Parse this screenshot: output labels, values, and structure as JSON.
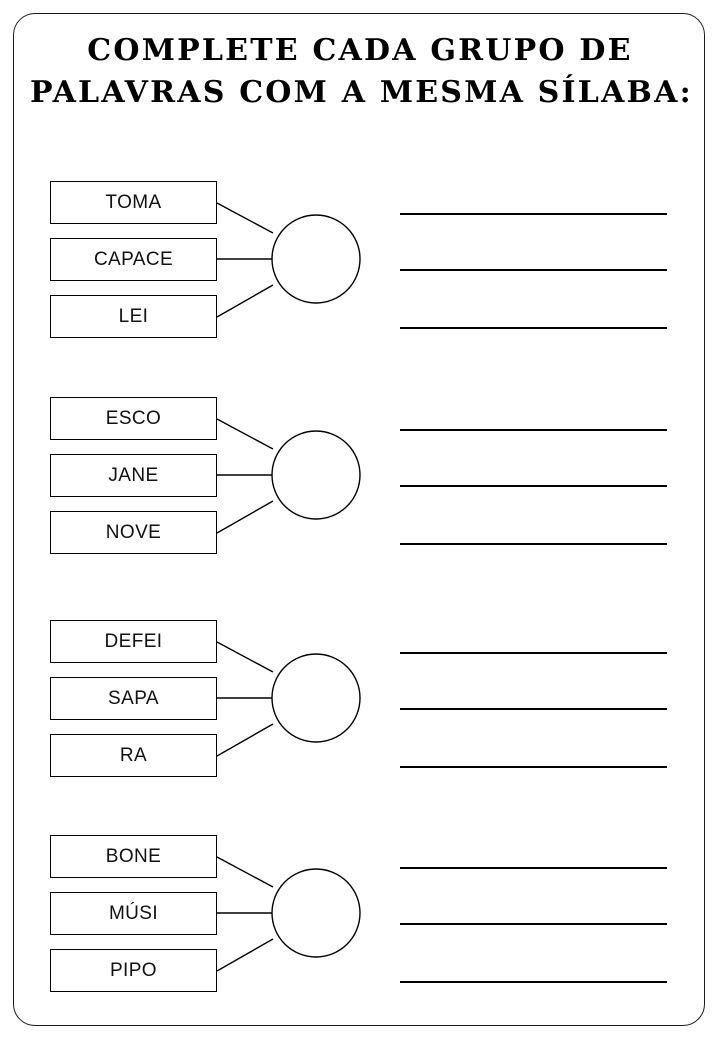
{
  "page": {
    "title_lines": [
      "COMPLETE CADA GRUPO DE",
      "PALAVRAS COM A MESMA SÍLABA:"
    ],
    "border_color": "#1a1a1a",
    "ink_color": "#000000",
    "background_color": "#ffffff"
  },
  "groups": [
    {
      "index": 1,
      "words": [
        "TOMA",
        "CAPACE",
        "LEI"
      ],
      "circle_label": "",
      "answer_lines": [
        "",
        "",
        ""
      ]
    },
    {
      "index": 2,
      "words": [
        "ESCO",
        "JANE",
        "NOVE"
      ],
      "circle_label": "",
      "answer_lines": [
        "",
        "",
        ""
      ]
    },
    {
      "index": 3,
      "words": [
        "DEFEI",
        "SAPA",
        "RA"
      ],
      "circle_label": "",
      "answer_lines": [
        "",
        "",
        ""
      ]
    },
    {
      "index": 4,
      "words": [
        "BONE",
        "MÚSI",
        "PIPO"
      ],
      "circle_label": "",
      "answer_lines": [
        "",
        "",
        ""
      ]
    }
  ]
}
